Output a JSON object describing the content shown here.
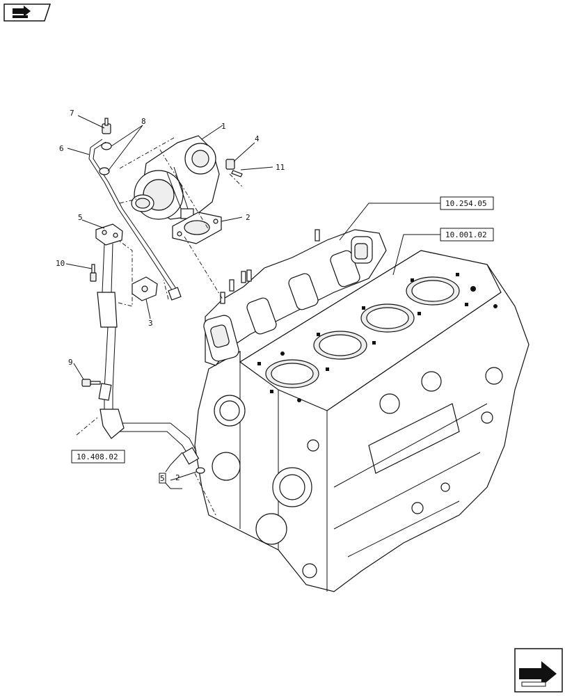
{
  "callouts": [
    {
      "id": "1",
      "text": "1"
    },
    {
      "id": "2",
      "text": "2"
    },
    {
      "id": "3",
      "text": "3"
    },
    {
      "id": "4",
      "text": "4"
    },
    {
      "id": "5",
      "text": "5"
    },
    {
      "id": "6",
      "text": "6"
    },
    {
      "id": "7",
      "text": "7"
    },
    {
      "id": "8",
      "text": "8"
    },
    {
      "id": "9",
      "text": "9"
    },
    {
      "id": "10",
      "text": "10"
    },
    {
      "id": "11",
      "text": "11"
    },
    {
      "id": "2b",
      "text": "2"
    }
  ],
  "references": {
    "manifold": "10.254.05",
    "engine_block": "10.001.02",
    "oil_return": "10.408.02"
  },
  "sub_assembly_marker": "5",
  "icons": {
    "back": "book-arrow-icon",
    "next": "next-page-arrow-icon"
  }
}
